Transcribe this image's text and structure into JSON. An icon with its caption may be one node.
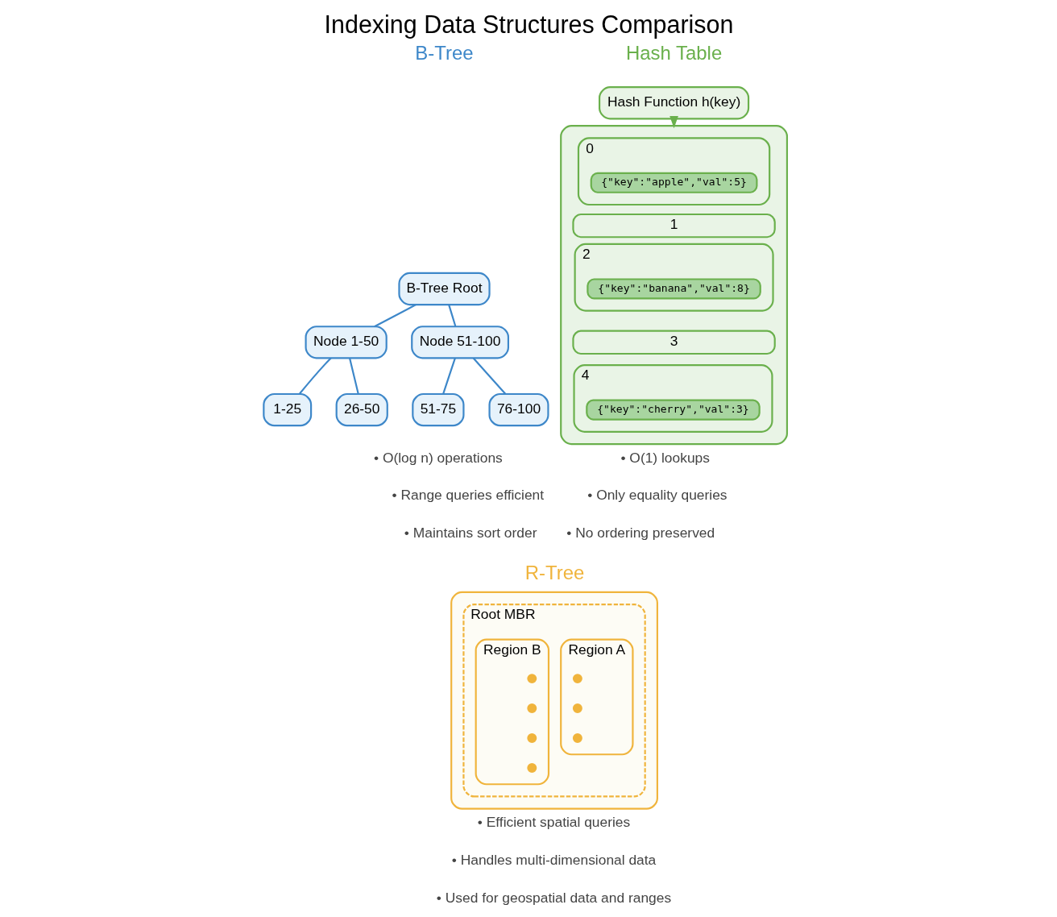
{
  "diagram": {
    "title": "Indexing Data Structures Comparison",
    "nodes": [
      {
        "text": [
          "B-Tree Root"
        ]
      },
      {
        "text": [
          "Node 1-50"
        ]
      },
      {
        "text": [
          "Node 51-100"
        ]
      },
      {
        "text": [
          "1-25"
        ]
      },
      {
        "text": [
          "26-50"
        ]
      },
      {
        "text": [
          "51-75"
        ]
      },
      {
        "text": [
          "76-100"
        ]
      },
      {
        "text": [
          "Hash Function h(key)"
        ]
      },
      {
        "text": [],
        "shape": "box"
      },
      {
        "text": [
          "0"
        ],
        "in": 8
      },
      {
        "text": [
          "{\"key\":\"apple\",\"val\":5}"
        ],
        "in": 9
      },
      {
        "text": [
          "1"
        ],
        "in": 8
      },
      {
        "text": [
          "2"
        ],
        "in": 8
      },
      {
        "text": [
          "{\"key\":\"banana\",\"val\":8}"
        ],
        "in": 12
      },
      {
        "text": [
          "3"
        ],
        "in": 8
      },
      {
        "text": [
          "4"
        ],
        "in": 8
      },
      {
        "text": [
          "{\"key\":\"cherry\",\"val\":3}"
        ],
        "in": 15
      },
      {
        "text": [],
        "shape": "box"
      },
      {
        "text": [
          "Root MBR"
        ],
        "in": 17
      },
      {
        "text": [
          "Region A"
        ],
        "in": 18
      },
      {
        "text": [],
        "shape": "circle",
        "in": 19
      },
      {
        "text": [],
        "shape": "circle",
        "in": 19
      },
      {
        "text": [],
        "shape": "circle",
        "in": 19
      },
      {
        "text": [
          "Region B"
        ],
        "in": 18
      },
      {
        "text": [],
        "shape": "circle",
        "in": 23
      },
      {
        "text": [],
        "shape": "circle",
        "in": 23
      },
      {
        "text": [],
        "shape": "circle",
        "in": 23
      },
      {
        "text": [],
        "shape": "circle",
        "in": 23
      }
    ],
    "edges": [
      {
        "from": 0,
        "to": 1,
        "arrow": "none"
      },
      {
        "from": 0,
        "to": 2,
        "arrow": "none"
      },
      {
        "from": 1,
        "to": 3,
        "arrow": "none"
      },
      {
        "from": 1,
        "to": 4,
        "arrow": "none"
      },
      {
        "from": 2,
        "to": 5,
        "arrow": "none"
      },
      {
        "from": 2,
        "to": 6,
        "arrow": "none"
      },
      {
        "from": 7,
        "to": 8,
        "arrow": "to",
        "color": "#6ab04c"
      }
    ],
    "labels": [
      "B-Tree",
      "Hash Table",
      "• O(log n) operations",
      "• Range queries efficient",
      "• Maintains sort order",
      "• O(1) lookups",
      "• Only equality queries",
      "• No ordering preserved",
      "R-Tree",
      "• Efficient spatial queries",
      "• Handles multi-dimensional data",
      "• Used for geospatial data and ranges"
    ]
  }
}
